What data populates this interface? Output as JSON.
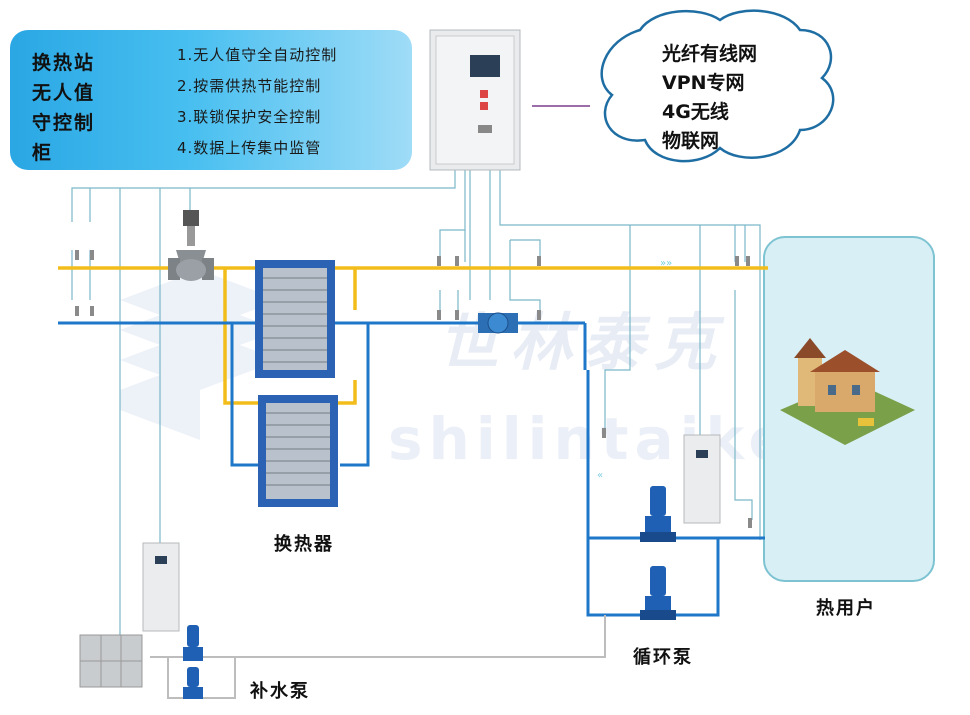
{
  "info": {
    "title": "换热站无人值守控制柜",
    "items": [
      "1.无人值守全自动控制",
      "2.按需供热节能控制",
      "3.联锁保护安全控制",
      "4.数据上传集中监管"
    ]
  },
  "network": [
    "光纤有线网",
    "VPN专网",
    "4G无线",
    "物联网"
  ],
  "labels": {
    "heat_exchanger": "换热器",
    "heat_user": "热用户",
    "circulation_pump": "循环泵",
    "makeup_pump": "补水泵"
  },
  "watermark": {
    "cn": "世林泰克",
    "en": "shilintaike"
  },
  "colors": {
    "supply": "#f2bd1a",
    "return": "#1e77c8",
    "makeup": "#bdbdbd",
    "signal": "#7ab7c9",
    "link": "#7a3f8e"
  }
}
